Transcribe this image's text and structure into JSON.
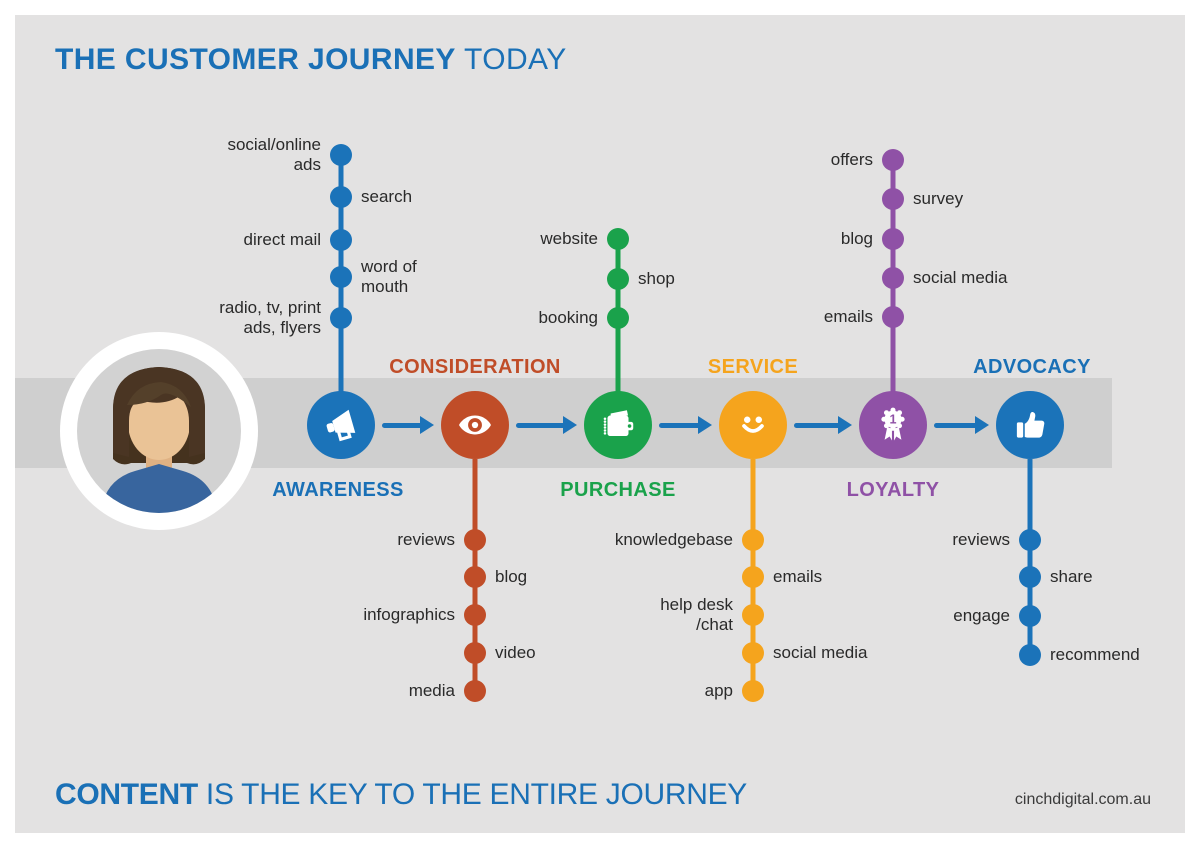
{
  "header": {
    "title_strong": "THE CUSTOMER JOURNEY",
    "title_light": "TODAY"
  },
  "footer": {
    "lead_strong": "CONTENT",
    "lead_rest": " IS THE KEY TO THE ENTIRE JOURNEY",
    "website": "cinchdigital.com.au"
  },
  "colors": {
    "blue": "#1b73b9",
    "red": "#c04d28",
    "green": "#1aa24b",
    "orange": "#f5a41d",
    "purple": "#8f51a6",
    "band": "#cfcfcf",
    "background": "#e3e2e2",
    "label_text": "#2a2a2a"
  },
  "stages": [
    {
      "label": "AWARENESS",
      "icon": "megaphone-icon",
      "color": "#1b73b9",
      "label_position": "below-band",
      "channels_position": "above-band",
      "channels": [
        {
          "label": "social/online ads",
          "side": "left"
        },
        {
          "label": "search",
          "side": "right"
        },
        {
          "label": "direct mail",
          "side": "left"
        },
        {
          "label": "word of mouth",
          "side": "right"
        },
        {
          "label": "radio, tv, print ads, flyers",
          "side": "left"
        }
      ]
    },
    {
      "label": "CONSIDERATION",
      "icon": "eye-icon",
      "color": "#c04d28",
      "label_position": "above-band",
      "channels_position": "below-band",
      "channels": [
        {
          "label": "reviews",
          "side": "left"
        },
        {
          "label": "blog",
          "side": "right"
        },
        {
          "label": "infographics",
          "side": "left"
        },
        {
          "label": "video",
          "side": "right"
        },
        {
          "label": "media",
          "side": "left"
        }
      ]
    },
    {
      "label": "PURCHASE",
      "icon": "wallet-icon",
      "color": "#1aa24b",
      "label_position": "below-band",
      "channels_position": "above-band",
      "channels": [
        {
          "label": "website",
          "side": "left"
        },
        {
          "label": "shop",
          "side": "right"
        },
        {
          "label": "booking",
          "side": "left"
        }
      ]
    },
    {
      "label": "SERVICE",
      "icon": "smiley-icon",
      "color": "#f5a41d",
      "label_position": "above-band",
      "channels_position": "below-band",
      "channels": [
        {
          "label": "knowledgebase",
          "side": "left"
        },
        {
          "label": "emails",
          "side": "right"
        },
        {
          "label": "help desk /chat",
          "side": "left"
        },
        {
          "label": "social media",
          "side": "right"
        },
        {
          "label": "app",
          "side": "left"
        }
      ]
    },
    {
      "label": "LOYALTY",
      "icon": "award-ribbon-icon",
      "color": "#8f51a6",
      "badge_number": "1",
      "label_position": "below-band",
      "channels_position": "above-band",
      "channels": [
        {
          "label": "offers",
          "side": "left"
        },
        {
          "label": "survey",
          "side": "right"
        },
        {
          "label": "blog",
          "side": "left"
        },
        {
          "label": "social media",
          "side": "right"
        },
        {
          "label": "emails",
          "side": "left"
        }
      ]
    },
    {
      "label": "ADVOCACY",
      "icon": "thumbs-up-icon",
      "color": "#1b73b9",
      "label_position": "above-band",
      "channels_position": "below-band",
      "channels": [
        {
          "label": "reviews",
          "side": "left"
        },
        {
          "label": "share",
          "side": "right"
        },
        {
          "label": "engage",
          "side": "left"
        },
        {
          "label": "recommend",
          "side": "right"
        }
      ]
    }
  ]
}
